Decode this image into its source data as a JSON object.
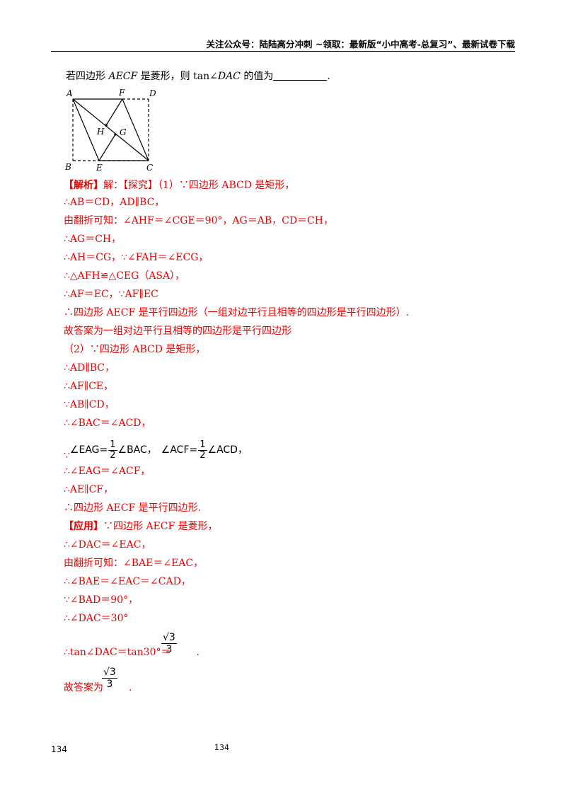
{
  "header": "关注公众号：陆陆高分冲刺 ~领取：最新版“小中高考-总复习”、最新试卷下载",
  "question": {
    "before": "若四边形 ",
    "var1": "AECF",
    "middle": " 是菱形，则 tan∠",
    "var2": "DAC",
    "after": " 的值为",
    "end": "."
  },
  "figure_labels": {
    "A": "A",
    "F": "F",
    "D": "D",
    "H": "H",
    "G": "G",
    "B": "B",
    "E": "E",
    "C": "C"
  },
  "solution": {
    "l1_tag": "【解析】",
    "l1_text": "解：【探究】（1）∵四边形 ABCD 是矩形，",
    "l2": "∴AB＝CD，AD∥BC，",
    "l3": "由翻折可知：∠AHF＝∠CGE＝90°，AG＝AB，CD＝CH，",
    "l4": "∴AG＝CH，",
    "l5": "∴AH＝CG，∵∠FAH＝∠ECG，",
    "l6": "∴△AFH≌△CEG（ASA），",
    "l7": "∴AF＝EC，∵AF∥EC",
    "l8": "∴四边形 AECF 是平行四边形（一组对边平行且相等的四边形是平行四边形）.",
    "l9": "故答案为一组对边平行且相等的四边形是平行四边形",
    "l10": "（2）∵四边形 ABCD 是矩形，",
    "l11": "∴AD∥BC，",
    "l12": "∴AF∥CE，",
    "l13": "∵AB∥CD，",
    "l14": "∴∠BAC＝∠ACD，",
    "l15_because": "∵",
    "l15_a": "∠EAG=",
    "l15_frac_num": "1",
    "l15_frac_den": "2",
    "l15_b": "∠BAC",
    "l15_comma": "，",
    "l15_c": "∠ACF=",
    "l15_d": "∠ACD",
    "l15_end": "，",
    "l16": "∴∠EAG＝∠ACF，",
    "l17": "∴AE∥CF，",
    "l18": "∴四边形 AECF 是平行四边形.",
    "l19_tag": "【应用】",
    "l19_text": "∵四边形 AECF 是菱形，",
    "l20": "∴∠DAC＝∠EAC，",
    "l21": "由翻折可知：∠BAE＝∠EAC，",
    "l22": "∴∠BAE＝∠EAC＝∠CAD，",
    "l23": "∵∠BAD＝90°，",
    "l24": "∴∠DAC＝30°",
    "l25_text": "∴tan∠DAC＝tan30°＝",
    "sqrt_num": "√3",
    "sqrt_den": "3",
    "l25_end": ".",
    "l26_text": "故答案为",
    "l26_end": "."
  },
  "page_number_left": "134",
  "page_number_center": "134"
}
